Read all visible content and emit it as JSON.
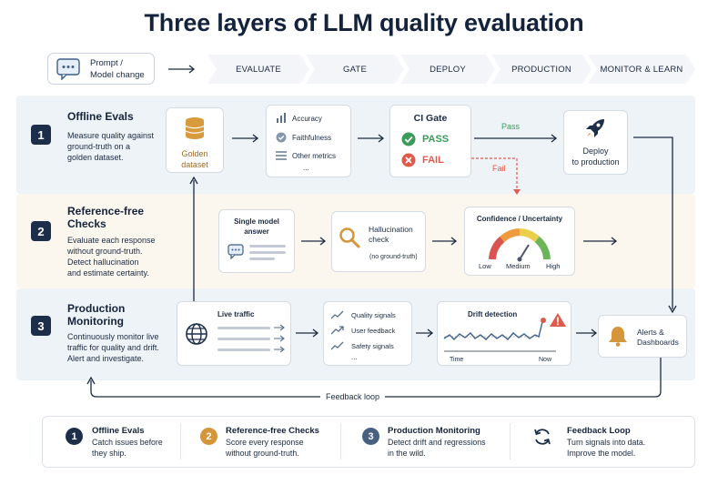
{
  "title": "Three layers of LLM quality evaluation",
  "pipeline": {
    "prompt_line1": "Prompt /",
    "prompt_line2": "Model change",
    "stages": [
      "EVALUATE",
      "GATE",
      "DEPLOY",
      "PRODUCTION",
      "MONITOR & LEARN"
    ]
  },
  "layers": [
    {
      "num": "1",
      "title_l1": "Offline Evals",
      "title_l2": "",
      "desc": [
        "Measure quality against",
        "ground-truth on a",
        "golden dataset."
      ]
    },
    {
      "num": "2",
      "title_l1": "Reference-free",
      "title_l2": "Checks",
      "desc": [
        "Evaluate each response",
        "without ground-truth.",
        "Detect hallucination",
        "and estimate certainty."
      ]
    },
    {
      "num": "3",
      "title_l1": "Production",
      "title_l2": "Monitoring",
      "desc": [
        "Continuously monitor live",
        "traffic for quality and drift.",
        "Alert and investigate."
      ]
    }
  ],
  "offline": {
    "golden_l1": "Golden",
    "golden_l2": "dataset",
    "metrics": [
      "Accuracy",
      "Faithfulness",
      "Other metrics",
      "..."
    ],
    "gate_title": "CI Gate",
    "pass": "PASS",
    "fail": "FAIL",
    "pass_arrow": "Pass",
    "fail_arrow": "Fail",
    "deploy_l1": "Deploy",
    "deploy_l2": "to production"
  },
  "reffree": {
    "single_l1": "Single model",
    "single_l2": "answer",
    "halluc_l1": "Hallucination",
    "halluc_l2": "check",
    "halluc_note": "(no ground-truth)",
    "conf_title": "Confidence / Uncertainty",
    "gauge_labels": [
      "Low",
      "Medium",
      "High"
    ]
  },
  "production": {
    "live": "Live traffic",
    "signals": [
      "Quality signals",
      "User feedback",
      "Safety signals",
      "..."
    ],
    "drift_title": "Drift detection",
    "drift_x": [
      "Time",
      "Now"
    ],
    "alerts_l1": "Alerts &",
    "alerts_l2": "Dashboards"
  },
  "feedback_loop": "Feedback loop",
  "summary": [
    {
      "num": "1",
      "color": "#1d2e4a",
      "title": "Offline Evals",
      "desc": [
        "Catch issues before",
        "they ship."
      ]
    },
    {
      "num": "2",
      "color": "#d4953b",
      "title": "Reference-free Checks",
      "desc": [
        "Score every response",
        "without ground-truth."
      ]
    },
    {
      "num": "3",
      "color": "#48607f",
      "title": "Production Monitoring",
      "desc": [
        "Detect drift and regressions",
        "in the wild."
      ]
    },
    {
      "title": "Feedback Loop",
      "desc": [
        "Turn signals into data.",
        "Improve the model."
      ]
    }
  ],
  "colors": {
    "navy": "#1d2e4a",
    "orange": "#d4953b",
    "green": "#3a9b5a",
    "red": "#e05a4c"
  }
}
